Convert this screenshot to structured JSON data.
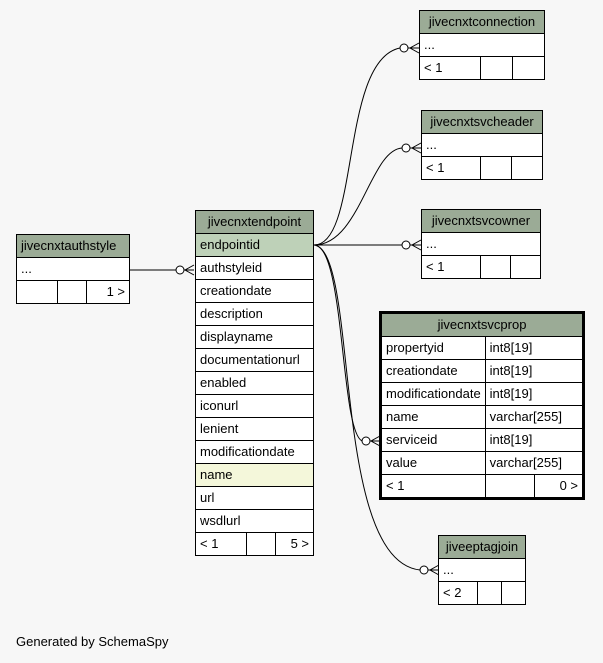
{
  "footer": "Generated by SchemaSpy",
  "tables": {
    "connection": {
      "name": "jivecnxtconnection",
      "rows": [
        "..."
      ],
      "foot": [
        "< 1",
        "",
        ""
      ]
    },
    "svcheader": {
      "name": "jivecnxtsvcheader",
      "rows": [
        "..."
      ],
      "foot": [
        "< 1",
        "",
        ""
      ]
    },
    "svcowner": {
      "name": "jivecnxtsvcowner",
      "rows": [
        "..."
      ],
      "foot": [
        "< 1",
        "",
        ""
      ]
    },
    "authstyle": {
      "name": "jivecnxtauthstyle",
      "rows": [
        "..."
      ],
      "foot": [
        "",
        "",
        "1 >"
      ]
    },
    "endpoint": {
      "name": "jivecnxtendpoint",
      "rows": [
        "endpointid",
        "authstyleid",
        "creationdate",
        "description",
        "displayname",
        "documentationurl",
        "enabled",
        "iconurl",
        "lenient",
        "modificationdate",
        "name",
        "url",
        "wsdlurl"
      ],
      "foot": [
        "< 1",
        "",
        "5 >"
      ]
    },
    "svcprop": {
      "name": "jivecnxtsvcprop",
      "rows": [
        [
          "propertyid",
          "int8[19]"
        ],
        [
          "creationdate",
          "int8[19]"
        ],
        [
          "modificationdate",
          "int8[19]"
        ],
        [
          "name",
          "varchar[255]"
        ],
        [
          "serviceid",
          "int8[19]"
        ],
        [
          "value",
          "varchar[255]"
        ]
      ],
      "foot": [
        "< 1",
        "",
        "0 >"
      ]
    },
    "eptagjoin": {
      "name": "jiveeptagjoin",
      "rows": [
        "..."
      ],
      "foot": [
        "< 2",
        "",
        ""
      ]
    }
  }
}
